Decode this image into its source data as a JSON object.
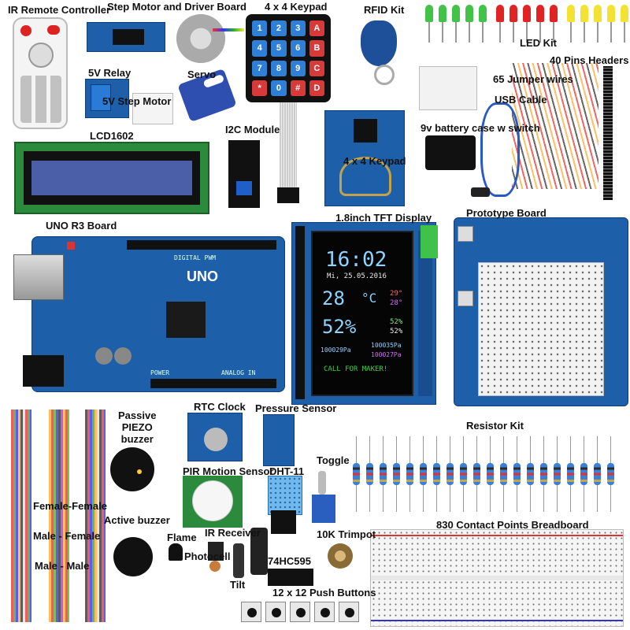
{
  "labels": {
    "ir_remote": "IR Remote Controller",
    "step_motor_driver": "Step Motor  and Driver Board",
    "keypad_top": "4 x 4 Keypad",
    "rfid_kit": "RFID Kit",
    "led_kit": "LED Kit",
    "pin_headers": "40 Pins Headers",
    "jumper_wires": "65 Jumper wires",
    "usb_cable": "USB Cable",
    "relay": "5V Relay",
    "servo": "Servo",
    "step_motor": "5V Step Motor",
    "lcd1602": "LCD1602",
    "i2c_module": "I2C Module",
    "keypad_mid": "4 x 4 Keypad",
    "battery_case": "9v battery case w switch",
    "tft_display": "1.8inch TFT Display",
    "prototype_board": "Prototype Board",
    "uno_board": "UNO R3 Board",
    "passive_buzzer": "Passive\nPIEZO\nbuzzer",
    "rtc_clock": "RTC Clock",
    "pressure_sensor": "Pressure  Sensor",
    "resistor_kit": "Resistor Kit",
    "pir_sensor": "PIR Motion Sensor",
    "dht11": "DHT-11",
    "toggle": "Toggle",
    "female_female": "Female-Female",
    "male_female": "Male - Female",
    "male_male": "Male - Male",
    "active_buzzer": "Active  buzzer",
    "flame": "Flame",
    "ir_receiver": "IR Receiver",
    "photocell": "Photocell",
    "tilt": "Tilt",
    "trimpot": "10K Trimpot",
    "ic_74hc595": "74HC595",
    "breadboard_830": "830 Contact Points Breadboard",
    "push_buttons": "12 x 12 Push Buttons"
  },
  "keypad_keys": [
    "1",
    "2",
    "3",
    "A",
    "4",
    "5",
    "6",
    "B",
    "7",
    "8",
    "9",
    "C",
    "*",
    "0",
    "#",
    "D"
  ],
  "uno_text": {
    "brand": "UNO",
    "silk": "DIGITAL PWM",
    "power": "POWER",
    "analog": "ANALOG IN"
  },
  "tft_screen": {
    "time": "16:02",
    "date": "Mi, 25.05.2016",
    "temp": "28",
    "temp_unit": "°C",
    "temp_small_a": "29°",
    "temp_small_b": "28°",
    "humidity": "52%",
    "humidity_small_a": "52%",
    "humidity_small_b": "52%",
    "pressure_a": "100029Pa",
    "pressure_b": "100035Pa",
    "pressure_c": "100027Pa",
    "message": "CALL FOR MAKER!"
  },
  "colors": {
    "pcb_blue": "#1d5fa8",
    "tft_bg": "#050505",
    "tft_time": "#8fd3ff",
    "tft_message": "#3bd13b",
    "led_green": "#43c24a",
    "led_red": "#e02424",
    "led_yellow": "#f2e233"
  }
}
